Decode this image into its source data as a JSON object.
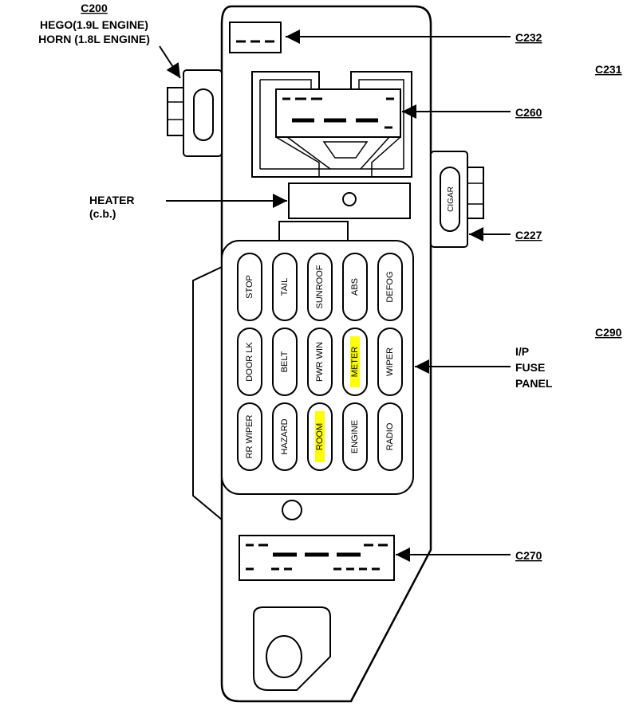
{
  "colors": {
    "line": "#000000",
    "background": "#ffffff",
    "highlight": "#ffff00"
  },
  "labels": {
    "c200": "C200",
    "hego": "HEGO(1.9L ENGINE)",
    "horn": "HORN (1.8L ENGINE)",
    "c232": "C232",
    "c231": "C231",
    "c260": "C260",
    "heater": "HEATER",
    "heater_cb": "(c.b.)",
    "c227": "C227",
    "cigar": "CIGAR",
    "c290": "C290",
    "panel_line1": "I/P",
    "panel_line2": "FUSE",
    "panel_line3": "PANEL",
    "c270": "C270"
  },
  "fuses": [
    [
      {
        "label": "STOP",
        "highlight": false
      },
      {
        "label": "TAIL",
        "highlight": false
      },
      {
        "label": "SUNROOF",
        "highlight": false
      },
      {
        "label": "ABS",
        "highlight": false
      },
      {
        "label": "DEFOG",
        "highlight": false
      }
    ],
    [
      {
        "label": "DOOR LK",
        "highlight": false
      },
      {
        "label": "BELT",
        "highlight": false
      },
      {
        "label": "PWR WIN",
        "highlight": false
      },
      {
        "label": "METER",
        "highlight": true
      },
      {
        "label": "WIPER",
        "highlight": false
      }
    ],
    [
      {
        "label": "RR WIPER",
        "highlight": false
      },
      {
        "label": "HAZARD",
        "highlight": false
      },
      {
        "label": "ROOM",
        "highlight": true
      },
      {
        "label": "ENGINE",
        "highlight": false
      },
      {
        "label": "RADIO",
        "highlight": false
      }
    ]
  ]
}
